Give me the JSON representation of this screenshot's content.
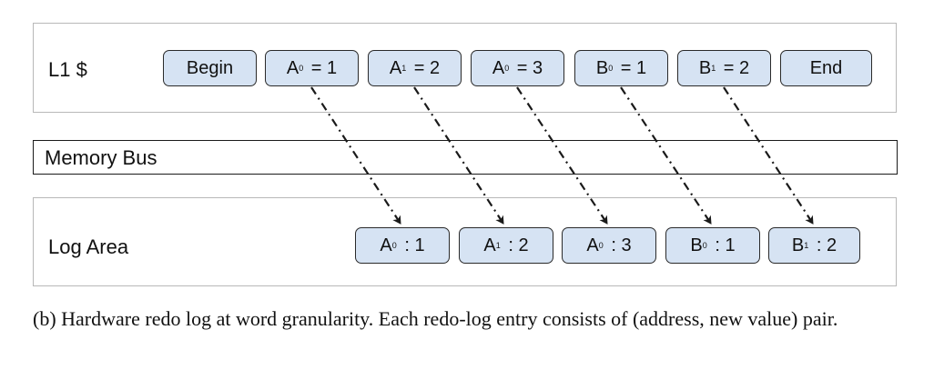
{
  "rows": {
    "l1_label": "L1 $",
    "bus_label": "Memory Bus",
    "log_label": "Log Area"
  },
  "l1_entries": [
    {
      "text": "Begin"
    },
    {
      "var": "A",
      "sub": "0",
      "rest": " = 1"
    },
    {
      "var": "A",
      "sub": "1",
      "rest": " = 2"
    },
    {
      "var": "A",
      "sub": "0",
      "rest": " = 3"
    },
    {
      "var": "B",
      "sub": "0",
      "rest": " = 1"
    },
    {
      "var": "B",
      "sub": "1",
      "rest": " = 2"
    },
    {
      "text": "End"
    }
  ],
  "log_entries": [
    {
      "var": "A",
      "sub": "0",
      "rest": " : 1"
    },
    {
      "var": "A",
      "sub": "1",
      "rest": " : 2"
    },
    {
      "var": "A",
      "sub": "0",
      "rest": " : 3"
    },
    {
      "var": "B",
      "sub": "0",
      "rest": " : 1"
    },
    {
      "var": "B",
      "sub": "1",
      "rest": " : 2"
    }
  ],
  "caption": "(b) Hardware redo log at word granularity. Each redo-log entry consists of (address, new value) pair.",
  "colors": {
    "chip_fill": "#d6e3f3",
    "chip_border": "#2a2a2a",
    "panel_border": "#b8b8b8",
    "arrow": "#1a1a1a"
  }
}
